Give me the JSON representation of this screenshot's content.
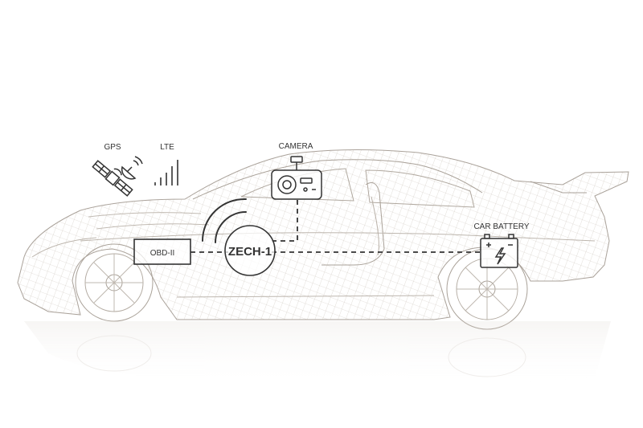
{
  "diagram": {
    "center_label": "ZECH-1",
    "labels": {
      "gps": "GPS",
      "lte": "LTE",
      "camera": "CAMERA",
      "car_battery": "CAR BATTERY",
      "obd": "OBD-II"
    },
    "icons": {
      "gps": "satellite-icon",
      "lte": "signal-bars-icon",
      "camera": "camera-icon",
      "battery": "car-battery-icon"
    },
    "colors": {
      "line": "#333333",
      "wireframe": "#b9b2aa",
      "background": "#ffffff"
    }
  }
}
